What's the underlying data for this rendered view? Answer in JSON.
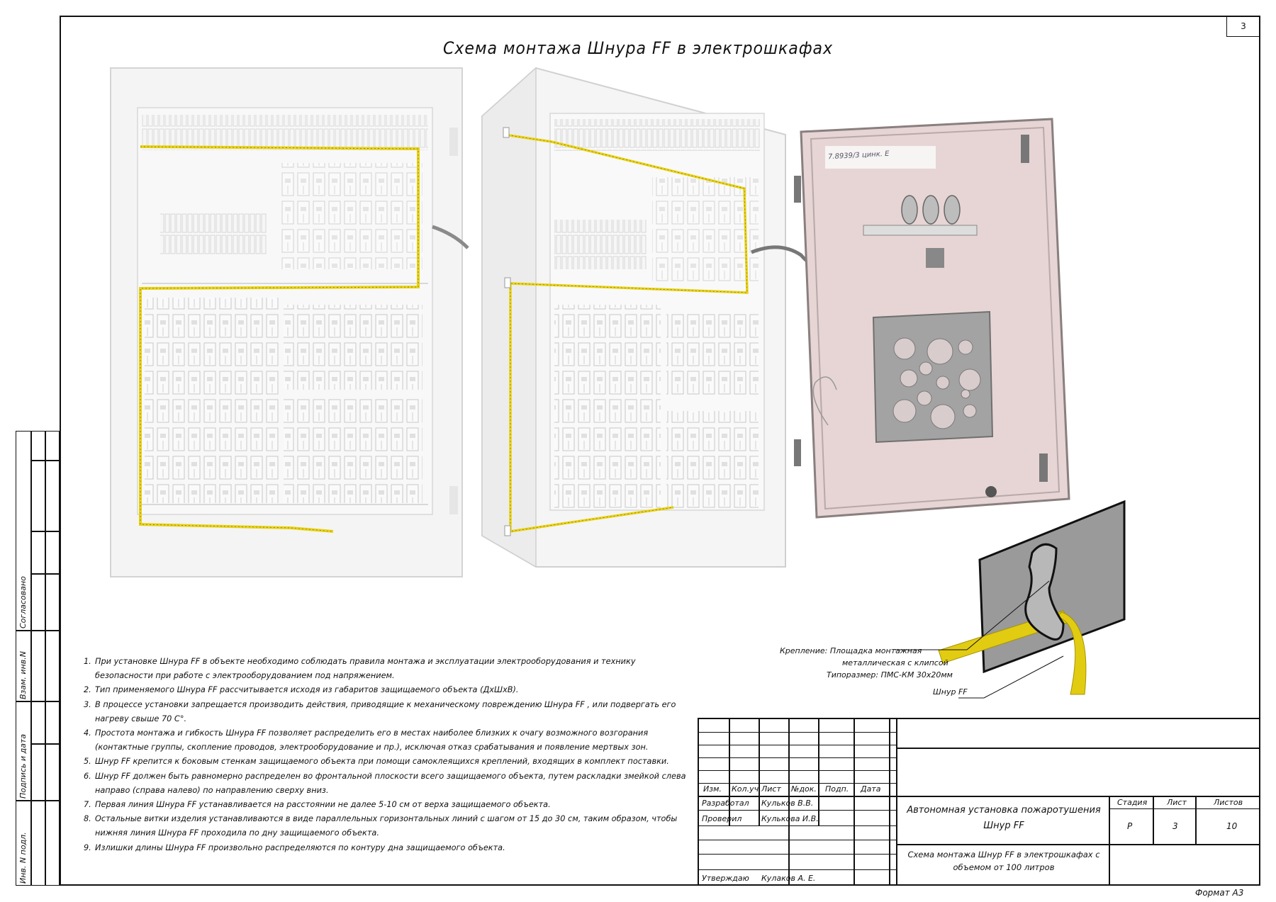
{
  "sheet": {
    "number": "3",
    "title": "Схема монтажа Шнура FF  в электрошкафах",
    "format": "Формат  А3"
  },
  "side_stamp": {
    "agreed": "Согласовано",
    "inv_no": "Взам. инв.N",
    "sign_date": "Подпись и дата",
    "inv_orig": "Инв. N подл."
  },
  "door_label": "7.8939/3 цинк. Е",
  "callouts": {
    "mount_line1": "Крепление: Площадка монтажная",
    "mount_line2": "металлическая с клипсой",
    "mount_line3": "Типоразмер: ПМС-КМ 30х20мм",
    "cord": "Шнур FF"
  },
  "notes": [
    {
      "n": "1.",
      "text": "При установке Шнура FF  в объекте необходимо соблюдать правила монтажа и эксплуатации электрооборудования и технику безопасности при работе с электрооборудованием под напряжением."
    },
    {
      "n": "2.",
      "text": "Тип применяемого Шнура FF  рассчитывается исходя из габаритов защищаемого объекта (ДхШхВ)."
    },
    {
      "n": "3.",
      "text": "В процессе установки запрещается производить действия, приводящие к механическому повреждению Шнура FF , или подвергать его нагреву свыше 70 С°."
    },
    {
      "n": "4.",
      "text": "Простота монтажа и гибкость Шнура FF позволяет распределить его в местах наиболее близких к очагу возможного возгорания (контактные группы, скопление проводов, электрооборудование и пр.), исключая отказ срабатывания и появление мертвых зон."
    },
    {
      "n": "5.",
      "text": "Шнур FF крепится к боковым стенкам защищаемого объекта при помощи самоклеящихся креплений, входящих в комплект поставки."
    },
    {
      "n": "6.",
      "text": "Шнур FF должен быть равномерно распределен во фронтальной плоскости всего защищаемого объекта, путем раскладки змейкой слева направо (справа налево) по направлению сверху вниз."
    },
    {
      "n": "7.",
      "text": "Первая линия Шнура FF устанавливается на расстоянии не далее 5-10 см от верха защищаемого объекта."
    },
    {
      "n": "8.",
      "text": "Остальные витки изделия устанавливаются в виде параллельных горизонтальных линий с шагом от 15 до 30 см, таким образом, чтобы нижняя линия Шнура FF проходила по дну защищаемого объекта."
    },
    {
      "n": "9.",
      "text": "Излишки длины Шнура FF произвольно распределяются по контуру дна защищаемого объекта."
    }
  ],
  "title_block": {
    "headers": [
      "Изм.",
      "Кол.уч.",
      "Лист",
      "№док.",
      "Подп.",
      "Дата"
    ],
    "roles": [
      {
        "role": "Разработал",
        "name": "Кульков В.В."
      },
      {
        "role": "Проверил",
        "name": "Кулькова И.В."
      },
      {
        "role": "Утверждаю",
        "name": "Кулаков  А. Е."
      }
    ],
    "project": "Автономная установка пожаротушения Шнур FF",
    "drawing": "Схема монтажа Шнур FF в электрошкафах с объемом от 100 литров",
    "stage_label": "Стадия",
    "sheet_label": "Лист",
    "sheets_label": "Листов",
    "stage": "Р",
    "sheet": "3",
    "sheets": "10"
  },
  "colors": {
    "cord": "#e8d21a",
    "cabinet": "#f3f3f3",
    "door": "#e9d8d8",
    "line": "#111111"
  }
}
